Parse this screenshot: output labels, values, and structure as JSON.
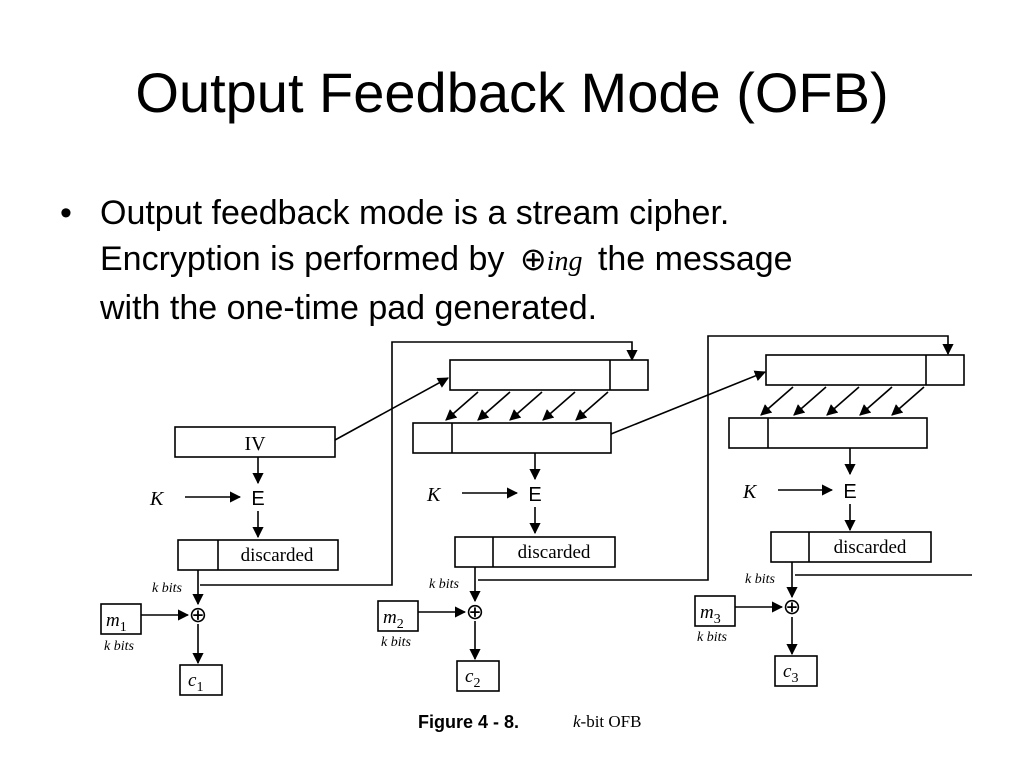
{
  "slide": {
    "title": "Output Feedback Mode (OFB)",
    "bullet_symbol": "•",
    "text_line1": "Output feedback mode is a stream cipher.",
    "text_line2_a": "Encryption is performed by",
    "xor_symbol": "⊕",
    "xor_suffix": "ing",
    "text_line2_b": "the message",
    "text_line3": "with the one-time pad generated."
  },
  "diagram": {
    "iv_label": "IV",
    "key_label": "K",
    "encrypt_label": "E",
    "discarded_label": "discarded",
    "kbits_label": "k bits",
    "xor_symbol": "⊕",
    "messages": [
      {
        "letter": "m",
        "sub": "1"
      },
      {
        "letter": "m",
        "sub": "2"
      },
      {
        "letter": "m",
        "sub": "3"
      }
    ],
    "ciphertexts": [
      {
        "letter": "c",
        "sub": "1"
      },
      {
        "letter": "c",
        "sub": "2"
      },
      {
        "letter": "c",
        "sub": "3"
      }
    ],
    "caption_prefix": "Figure 4 - 8.",
    "caption_k": "k",
    "caption_suffix": "-bit OFB"
  }
}
